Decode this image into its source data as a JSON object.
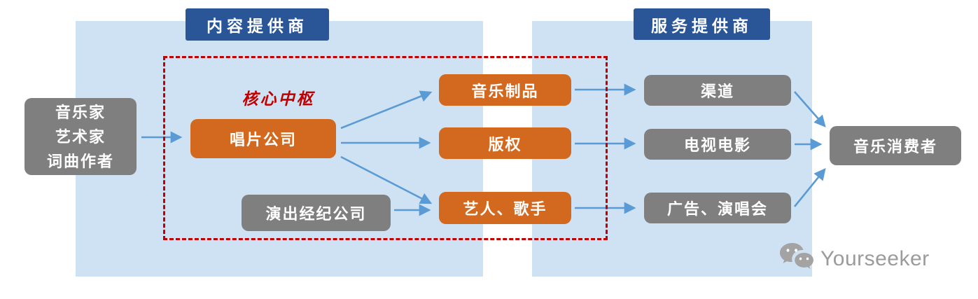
{
  "headers": {
    "content_provider": "内容提供商",
    "service_provider": "服务提供商"
  },
  "core_hub": {
    "label": "核心中枢"
  },
  "nodes": {
    "creators": {
      "label": "音乐家\n艺术家\n词曲作者"
    },
    "record_company": {
      "label": "唱片公司"
    },
    "performance_agency": {
      "label": "演出经纪公司"
    },
    "music_products": {
      "label": "音乐制品"
    },
    "copyright": {
      "label": "版权"
    },
    "artists_singers": {
      "label": "艺人、歌手"
    },
    "channels": {
      "label": "渠道"
    },
    "tv_film": {
      "label": "电视电影"
    },
    "ads_concerts": {
      "label": "广告、演唱会"
    },
    "music_consumers": {
      "label": "音乐消费者"
    }
  },
  "watermark": {
    "brand": "Yourseeker",
    "icon": "wechat-icon"
  },
  "colors": {
    "panel_bg": "#cfe2f3",
    "header_bg": "#2a5697",
    "node_orange": "#d2691e",
    "node_gray": "#7f7f7f",
    "dashed_frame_red": "#c00000",
    "core_hub_red": "#c00000",
    "arrow_blue": "#5b9bd5",
    "watermark_gray": "#9b9b9b"
  }
}
